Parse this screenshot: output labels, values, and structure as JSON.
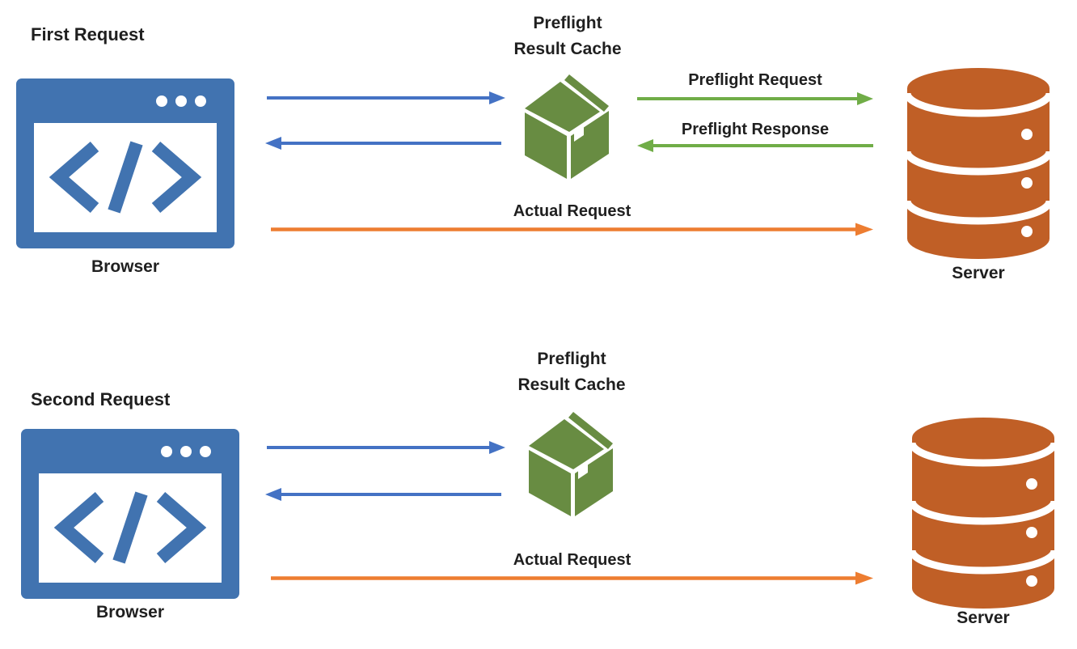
{
  "colors": {
    "background": "#ffffff",
    "text": "#1f1f1f",
    "browser_blue": "#4173B0",
    "arrow_blue": "#4472C4",
    "arrow_green": "#70AD47",
    "arrow_orange": "#ED7D31",
    "box_green": "#688C42",
    "server_orange": "#C05F26"
  },
  "icons": {
    "browser": "browser-window-code-icon",
    "cache": "package-box-icon",
    "server": "database-server-icon"
  },
  "sections": [
    {
      "title": "First Request",
      "browser_label": "Browser",
      "cache_title_line1": "Preflight",
      "cache_title_line2": "Result Cache",
      "server_label": "Server",
      "flows": [
        {
          "from": "Browser",
          "to": "Preflight Result Cache",
          "color": "blue",
          "label": ""
        },
        {
          "from": "Preflight Result Cache",
          "to": "Browser",
          "color": "blue",
          "label": ""
        },
        {
          "from": "Preflight Result Cache",
          "to": "Server",
          "color": "green",
          "label": "Preflight Request"
        },
        {
          "from": "Server",
          "to": "Preflight Result Cache",
          "color": "green",
          "label": "Preflight Response"
        },
        {
          "from": "Browser",
          "to": "Server",
          "color": "orange",
          "label": "Actual Request"
        }
      ]
    },
    {
      "title": "Second Request",
      "browser_label": "Browser",
      "cache_title_line1": "Preflight",
      "cache_title_line2": "Result Cache",
      "server_label": "Server",
      "flows": [
        {
          "from": "Browser",
          "to": "Preflight Result Cache",
          "color": "blue",
          "label": ""
        },
        {
          "from": "Preflight Result Cache",
          "to": "Browser",
          "color": "blue",
          "label": ""
        },
        {
          "from": "Browser",
          "to": "Server",
          "color": "orange",
          "label": "Actual Request"
        }
      ]
    }
  ]
}
